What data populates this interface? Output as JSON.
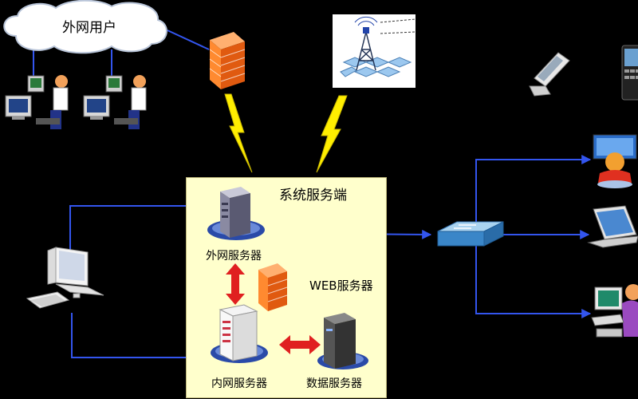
{
  "cloud": {
    "label": "外网用户"
  },
  "server_system": {
    "title": "系统服务端",
    "external_server": "外网服务器",
    "web_server": "WEB服务器",
    "internal_server": "内网服务器",
    "data_server": "数据服务器"
  },
  "colors": {
    "connection_line": "#3355ee",
    "lightning": "#ffee00",
    "firewall": "#ff7a1a",
    "exchange_arrow": "#e02020",
    "panel": "#ffffcc"
  },
  "icons": [
    "cloud-icon",
    "user-workstation-icon",
    "firewall-icon",
    "wireless-tower-icon",
    "lightning-icon",
    "server-tower-icon",
    "desktop-pc-icon",
    "network-switch-icon",
    "flip-phone-icon",
    "smartphone-icon",
    "laptop-icon",
    "user-monitor-icon"
  ]
}
